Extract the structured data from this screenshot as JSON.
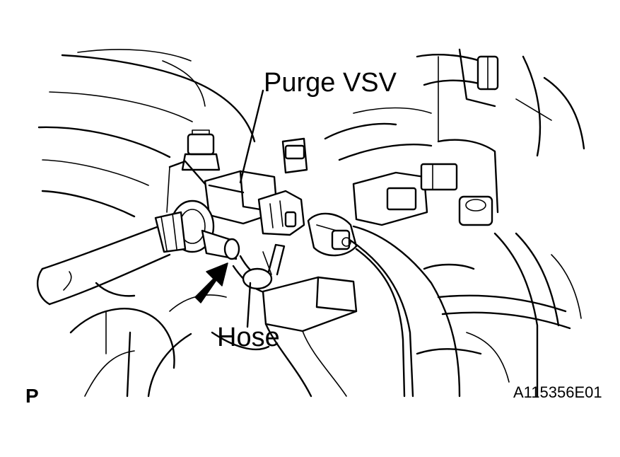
{
  "figure": {
    "callouts": {
      "purge_vsv": "Purge VSV",
      "hose": "Hose"
    },
    "view_marker": "P",
    "illustration_id": "A115356E01"
  },
  "colors": {
    "line": "#000000",
    "background": "#ffffff"
  },
  "icons": {
    "arrow": "direction-arrow-icon"
  }
}
